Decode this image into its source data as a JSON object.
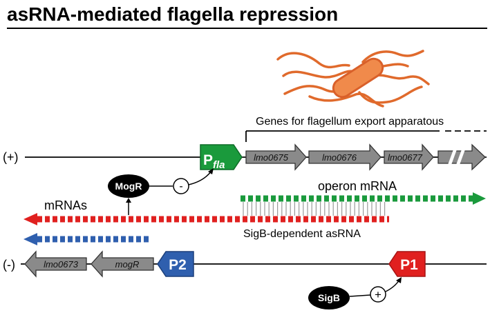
{
  "title": "asRNA-mediated flagella repression",
  "strands": {
    "plus": "(+)",
    "minus": "(-)"
  },
  "top_label": "Genes for flagellum export apparatous",
  "promoters": {
    "pfla_main": "P",
    "pfla_sub": "fla",
    "p1": "P1",
    "p2": "P2"
  },
  "genes_top": [
    "lmo0675",
    "lmo0676",
    "lmo0677"
  ],
  "genes_bottom": [
    "lmo0673",
    "mogR"
  ],
  "regulators": {
    "mogr": "MogR",
    "sigb": "SigB",
    "minus_sign": "-",
    "plus_sign": "+"
  },
  "rna_labels": {
    "operon": "operon mRNA",
    "mrnas": "mRNAs",
    "asrna": "SigB-dependent asRNA"
  },
  "colors": {
    "green": "#1a9a3c",
    "red": "#e0201f",
    "blue": "#2f5fae",
    "gene_gray": "#8a8a8a",
    "bacterium": "#f08a4b",
    "flagella": "#e06a2c"
  },
  "icons": {
    "bacterium": "bacterium-icon"
  }
}
